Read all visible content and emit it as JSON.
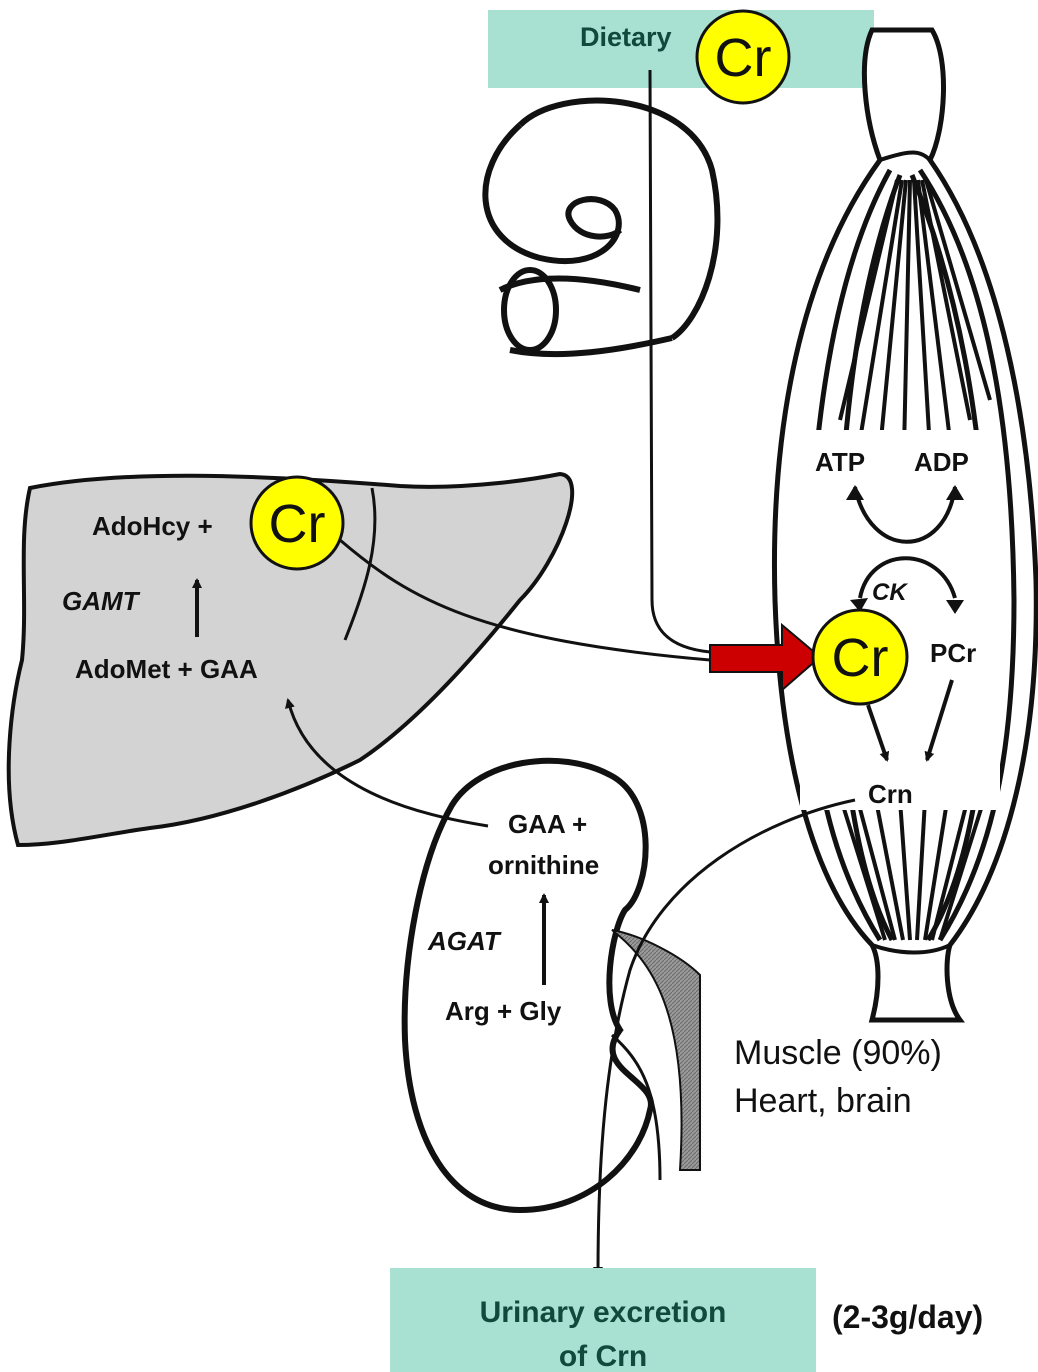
{
  "top_box": {
    "label": "Dietary",
    "color": "#a8e0d2"
  },
  "bottom_box": {
    "line1": "Urinary excretion",
    "line2": "of Crn",
    "color": "#a8e0d2"
  },
  "cr_label": "Cr",
  "cr_badge_color": "#ffff00",
  "arrow_color": "#cc0000",
  "liver": {
    "top": "AdoHcy +",
    "enzyme": "GAMT",
    "bottom": "AdoMet + GAA",
    "fill": "#d3d3d3"
  },
  "kidney": {
    "product_line1": "GAA +",
    "product_line2": "ornithine",
    "enzyme": "AGAT",
    "substrate": "Arg + Gly"
  },
  "muscle": {
    "atp": "ATP",
    "adp": "ADP",
    "enzyme": "CK",
    "pcr": "PCr",
    "crn": "Crn"
  },
  "distribution": {
    "line1": "Muscle (90%)",
    "line2": "Heart, brain"
  },
  "excretion_rate": "(2-3g/day)"
}
